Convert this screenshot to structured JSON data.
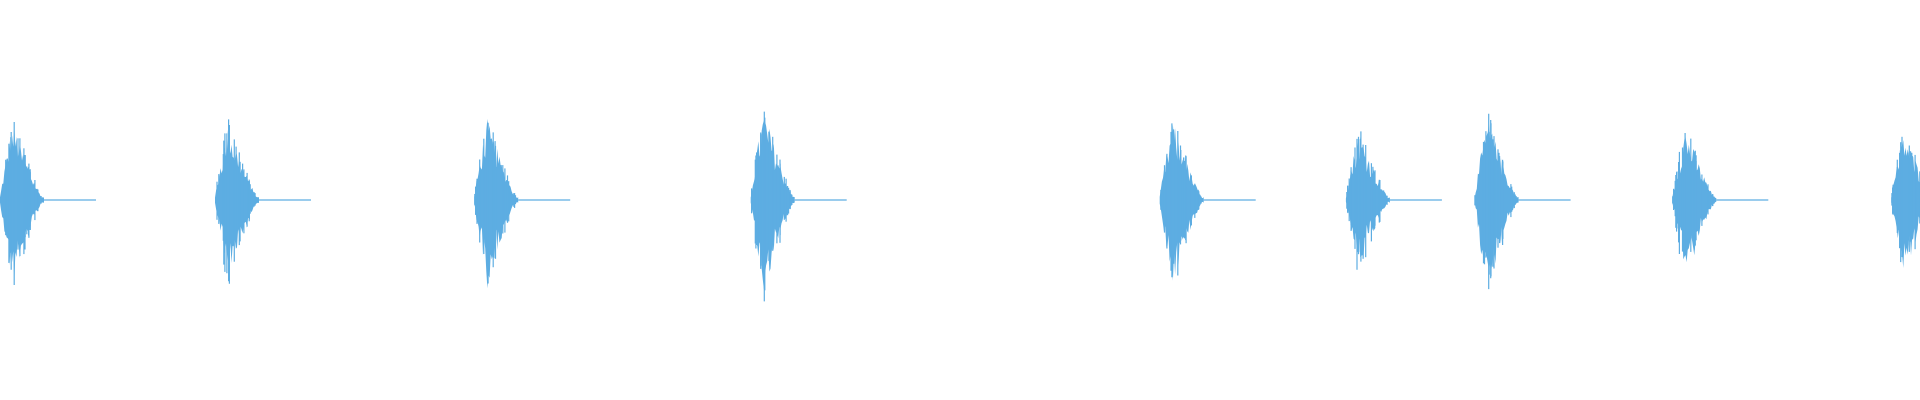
{
  "waveform": {
    "color": "#5DADE2",
    "bursts": [
      {
        "start_fraction": 0.0,
        "amplitude": 0.79
      },
      {
        "start_fraction": 0.112,
        "amplitude": 0.78
      },
      {
        "start_fraction": 0.247,
        "amplitude": 0.82
      },
      {
        "start_fraction": 0.391,
        "amplitude": 0.92
      },
      {
        "start_fraction": 0.604,
        "amplitude": 0.79
      },
      {
        "start_fraction": 0.701,
        "amplitude": 0.71
      },
      {
        "start_fraction": 0.768,
        "amplitude": 0.84
      },
      {
        "start_fraction": 0.871,
        "amplitude": 0.74
      },
      {
        "start_fraction": 0.985,
        "amplitude": 0.7
      }
    ]
  }
}
